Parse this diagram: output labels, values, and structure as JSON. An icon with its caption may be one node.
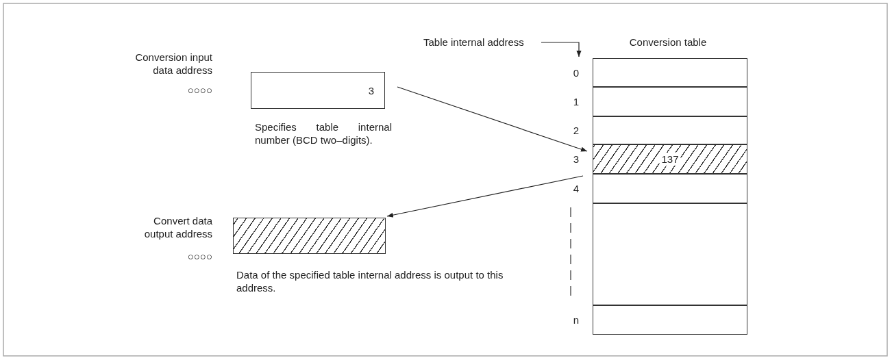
{
  "diagram": {
    "nodes": [
      {
        "text": [
          "Table internal address"
        ]
      },
      {
        "text": [
          "Conversion table"
        ]
      },
      {
        "text": [],
        "shape": "box",
        "in": 1,
        "beside": [
          "0"
        ]
      },
      {
        "text": [],
        "shape": "box",
        "in": 1,
        "beside": [
          "1"
        ]
      },
      {
        "text": [],
        "shape": "box",
        "in": 1,
        "beside": [
          "2"
        ]
      },
      {
        "text": [
          "137"
        ],
        "in": 1,
        "beside": [
          "3"
        ]
      },
      {
        "text": [],
        "shape": "box",
        "in": 1,
        "beside": [
          "4"
        ]
      },
      {
        "text": [],
        "shape": "box",
        "in": 1
      },
      {
        "text": [],
        "shape": "box",
        "in": 1,
        "beside": [
          "n"
        ]
      },
      {
        "text": [
          "3"
        ],
        "beside": [
          "Conversion input data address",
          "○○○○",
          "Specifies table internal number (BCD two–digits)."
        ]
      },
      {
        "text": [],
        "shape": "box",
        "beside": [
          "Convert data output address",
          "○○○○",
          "Data of the specified table internal address is output to this address."
        ]
      }
    ],
    "edges": [
      {
        "from": 0,
        "to": 2,
        "arrow": "to"
      },
      {
        "from": 9,
        "to": 5,
        "arrow": "to"
      },
      {
        "from": 5,
        "to": 10,
        "arrow": "to"
      }
    ]
  }
}
